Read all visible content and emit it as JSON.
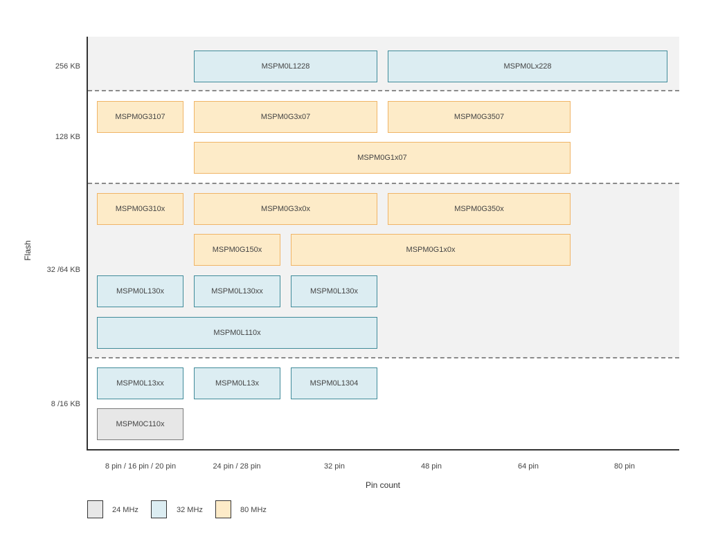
{
  "y_axis": {
    "title": "Flash",
    "rows": [
      "256 KB",
      "128 KB",
      "32 /64 KB",
      "8 /16 KB"
    ]
  },
  "x_axis": {
    "title": "Pin count",
    "ticks": [
      "8 pin / 16 pin / 20 pin",
      "24 pin / 28 pin",
      "32 pin",
      "48 pin",
      "64 pin",
      "80 pin"
    ]
  },
  "parts": [
    {
      "label": "MSPM0L1228",
      "flash": "256 KB",
      "freq": "32 MHz"
    },
    {
      "label": "MSPM0Lx228",
      "flash": "256 KB",
      "freq": "32 MHz"
    },
    {
      "label": "MSPM0G3107",
      "flash": "128 KB",
      "freq": "80 MHz"
    },
    {
      "label": "MSPM0G3x07",
      "flash": "128 KB",
      "freq": "80 MHz"
    },
    {
      "label": "MSPM0G3507",
      "flash": "128 KB",
      "freq": "80 MHz"
    },
    {
      "label": "MSPM0G1x07",
      "flash": "128 KB",
      "freq": "80 MHz"
    },
    {
      "label": "MSPM0G310x",
      "flash": "32 /64 KB",
      "freq": "80 MHz"
    },
    {
      "label": "MSPM0G3x0x",
      "flash": "32 /64 KB",
      "freq": "80 MHz"
    },
    {
      "label": "MSPM0G350x",
      "flash": "32 /64 KB",
      "freq": "80 MHz"
    },
    {
      "label": "MSPM0G150x",
      "flash": "32 /64 KB",
      "freq": "80 MHz"
    },
    {
      "label": "MSPM0G1x0x",
      "flash": "32 /64 KB",
      "freq": "80 MHz"
    },
    {
      "label": "MSPM0L130x",
      "flash": "32 /64 KB",
      "freq": "32 MHz"
    },
    {
      "label": "MSPM0L130xx",
      "flash": "32 /64 KB",
      "freq": "32 MHz"
    },
    {
      "label": "MSPM0L130x",
      "flash": "32 /64 KB",
      "freq": "32 MHz"
    },
    {
      "label": "MSPM0L110x",
      "flash": "32 /64 KB",
      "freq": "32 MHz"
    },
    {
      "label": "MSPM0L13xx",
      "flash": "8 /16 KB",
      "freq": "32 MHz"
    },
    {
      "label": "MSPM0L13x",
      "flash": "8 /16 KB",
      "freq": "32 MHz"
    },
    {
      "label": "MSPM0L1304",
      "flash": "8 /16 KB",
      "freq": "32 MHz"
    },
    {
      "label": "MSPM0C110x",
      "flash": "8 /16 KB",
      "freq": "24 MHz"
    }
  ],
  "legend": [
    {
      "label": "24 MHz",
      "color": "#e7e7e7",
      "border": "#7a7a7a"
    },
    {
      "label": "32 MHz",
      "color": "#dcedf2",
      "border": "#3f8a99"
    },
    {
      "label": "80 MHz",
      "color": "#fdebc8",
      "border": "#f0b466"
    }
  ],
  "colors": {
    "band_shaded": "#f2f2f2",
    "f24_fill": "#e7e7e7",
    "f24_border": "#7a7a7a",
    "f32_fill": "#dcedf2",
    "f32_border": "#3f8a99",
    "f80_fill": "#fdebc8",
    "f80_border": "#f0b466"
  }
}
